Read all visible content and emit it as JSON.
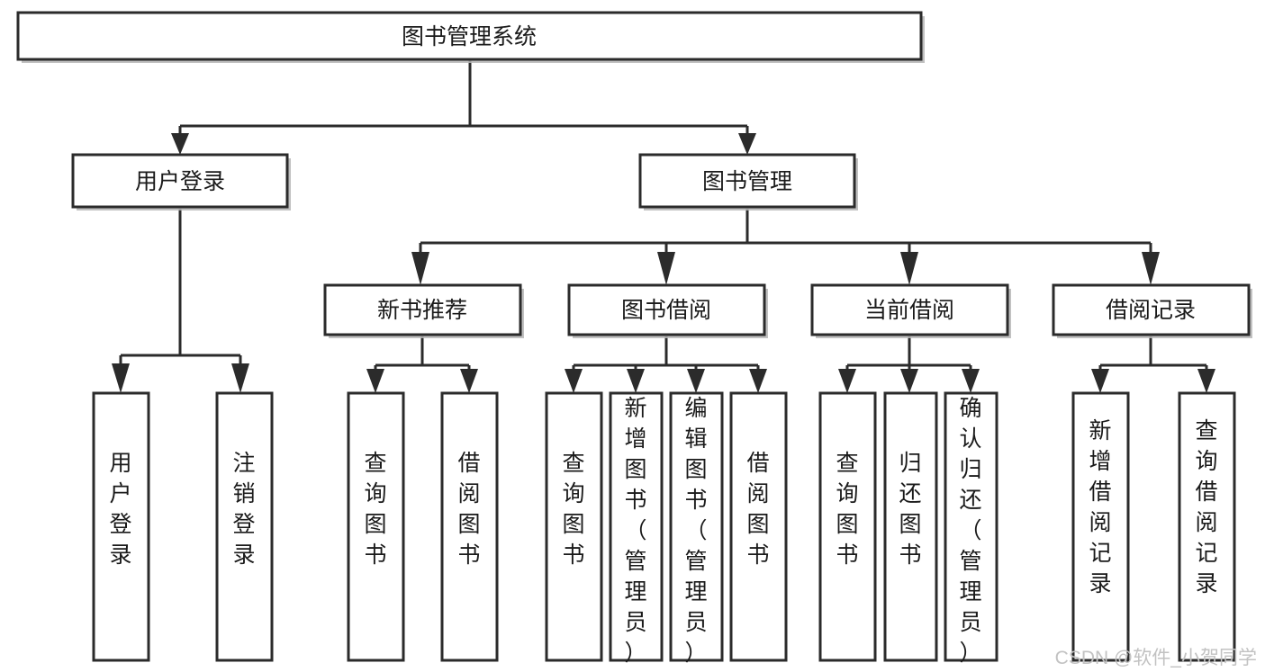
{
  "diagram": {
    "title": "图书管理系统",
    "type": "hierarchy-tree",
    "background_color": "#ffffff",
    "node_fill": "#ffffff",
    "node_stroke": "#2b2b2b",
    "text_color": "#1a1a1a",
    "levels": {
      "level1": [
        {
          "id": "root",
          "label": "图书管理系统",
          "orientation": "horizontal"
        }
      ],
      "level2": [
        {
          "id": "user-login",
          "label": "用户登录",
          "orientation": "horizontal"
        },
        {
          "id": "book-manage",
          "label": "图书管理",
          "orientation": "horizontal"
        }
      ],
      "level3": [
        {
          "id": "new-book-rec",
          "label": "新书推荐",
          "orientation": "horizontal"
        },
        {
          "id": "book-borrow",
          "label": "图书借阅",
          "orientation": "horizontal"
        },
        {
          "id": "current-borrow",
          "label": "当前借阅",
          "orientation": "horizontal"
        },
        {
          "id": "borrow-record",
          "label": "借阅记录",
          "orientation": "horizontal"
        }
      ],
      "level4": [
        {
          "id": "leaf-user-login",
          "label": "用户登录",
          "orientation": "vertical",
          "parent": "user-login"
        },
        {
          "id": "leaf-logout",
          "label": "注销登录",
          "orientation": "vertical",
          "parent": "user-login"
        },
        {
          "id": "leaf-query-book-1",
          "label": "查询图书",
          "orientation": "vertical",
          "parent": "new-book-rec"
        },
        {
          "id": "leaf-borrow-book-1",
          "label": "借阅图书",
          "orientation": "vertical",
          "parent": "new-book-rec"
        },
        {
          "id": "leaf-query-book-2",
          "label": "查询图书",
          "orientation": "vertical",
          "parent": "book-borrow"
        },
        {
          "id": "leaf-add-book",
          "label": "新增图书（管理员）",
          "orientation": "vertical",
          "parent": "book-borrow"
        },
        {
          "id": "leaf-edit-book",
          "label": "编辑图书（管理员）",
          "orientation": "vertical",
          "parent": "book-borrow"
        },
        {
          "id": "leaf-borrow-book-2",
          "label": "借阅图书",
          "orientation": "vertical",
          "parent": "book-borrow"
        },
        {
          "id": "leaf-query-book-3",
          "label": "查询图书",
          "orientation": "vertical",
          "parent": "current-borrow"
        },
        {
          "id": "leaf-return-book",
          "label": "归还图书",
          "orientation": "vertical",
          "parent": "current-borrow"
        },
        {
          "id": "leaf-confirm-return",
          "label": "确认归还（管理员）",
          "orientation": "vertical",
          "parent": "current-borrow"
        },
        {
          "id": "leaf-add-record",
          "label": "新增借阅记录",
          "orientation": "vertical",
          "parent": "borrow-record"
        },
        {
          "id": "leaf-query-record",
          "label": "查询借阅记录",
          "orientation": "vertical",
          "parent": "borrow-record"
        }
      ]
    }
  },
  "watermark": {
    "text": "CSDN @软件_小贺同学",
    "color": "#c2c2c2"
  }
}
